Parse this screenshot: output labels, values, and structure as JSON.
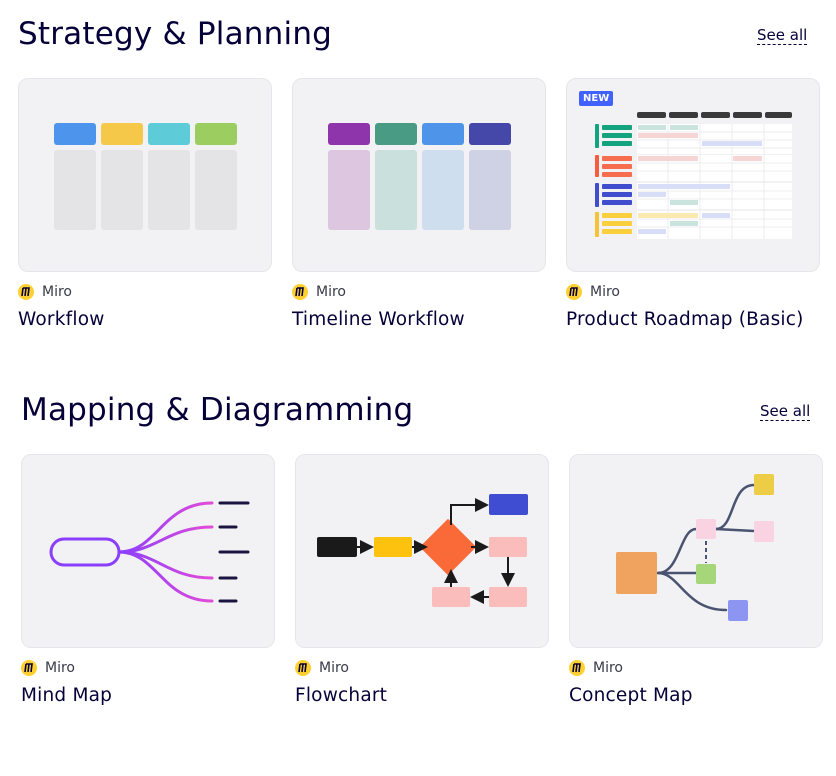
{
  "sections": [
    {
      "title": "Strategy & Planning",
      "see_all": "See all",
      "cards": [
        {
          "title": "Workflow",
          "author": "Miro"
        },
        {
          "title": "Timeline Workflow",
          "author": "Miro"
        },
        {
          "title": "Product Roadmap (Basic)",
          "author": "Miro",
          "badge": "NEW"
        }
      ]
    },
    {
      "title": "Mapping & Diagramming",
      "see_all": "See all",
      "cards": [
        {
          "title": "Mind Map",
          "author": "Miro"
        },
        {
          "title": "Flowchart",
          "author": "Miro"
        },
        {
          "title": "Concept Map",
          "author": "Miro"
        }
      ]
    }
  ],
  "colors": {
    "text": "#050038",
    "thumb_bg": "#f2f2f5",
    "miro_yellow": "#ffd02f",
    "badge_blue": "#4262ff"
  },
  "icons": {
    "author_logo": "miro-logo-icon"
  }
}
